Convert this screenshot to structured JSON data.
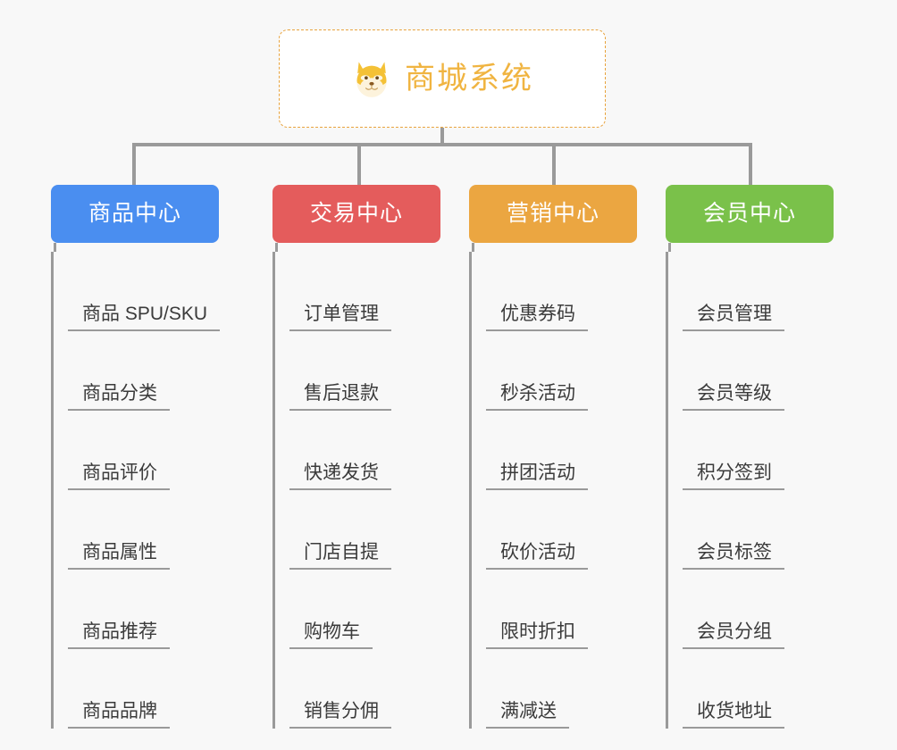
{
  "diagram": {
    "type": "org-chart",
    "background_color": "#f8f8f8",
    "root": {
      "title": "商城系统",
      "icon": "shiba-dog-icon",
      "text_color": "#f0b441",
      "border_color": "#e8a33d",
      "fill_color": "#ffffff"
    },
    "connector_color": "#9a9a9a",
    "categories": [
      {
        "label": "商品中心",
        "color": "#4a8ef0",
        "items": [
          "商品 SPU/SKU",
          "商品分类",
          "商品评价",
          "商品属性",
          "商品推荐",
          "商品品牌"
        ]
      },
      {
        "label": "交易中心",
        "color": "#e45c5c",
        "items": [
          "订单管理",
          "售后退款",
          "快递发货",
          "门店自提",
          "购物车",
          "销售分佣"
        ]
      },
      {
        "label": "营销中心",
        "color": "#eba641",
        "items": [
          "优惠券码",
          "秒杀活动",
          "拼团活动",
          "砍价活动",
          "限时折扣",
          "满减送"
        ]
      },
      {
        "label": "会员中心",
        "color": "#7ac14a",
        "items": [
          "会员管理",
          "会员等级",
          "积分签到",
          "会员标签",
          "会员分组",
          "收货地址"
        ]
      }
    ]
  }
}
